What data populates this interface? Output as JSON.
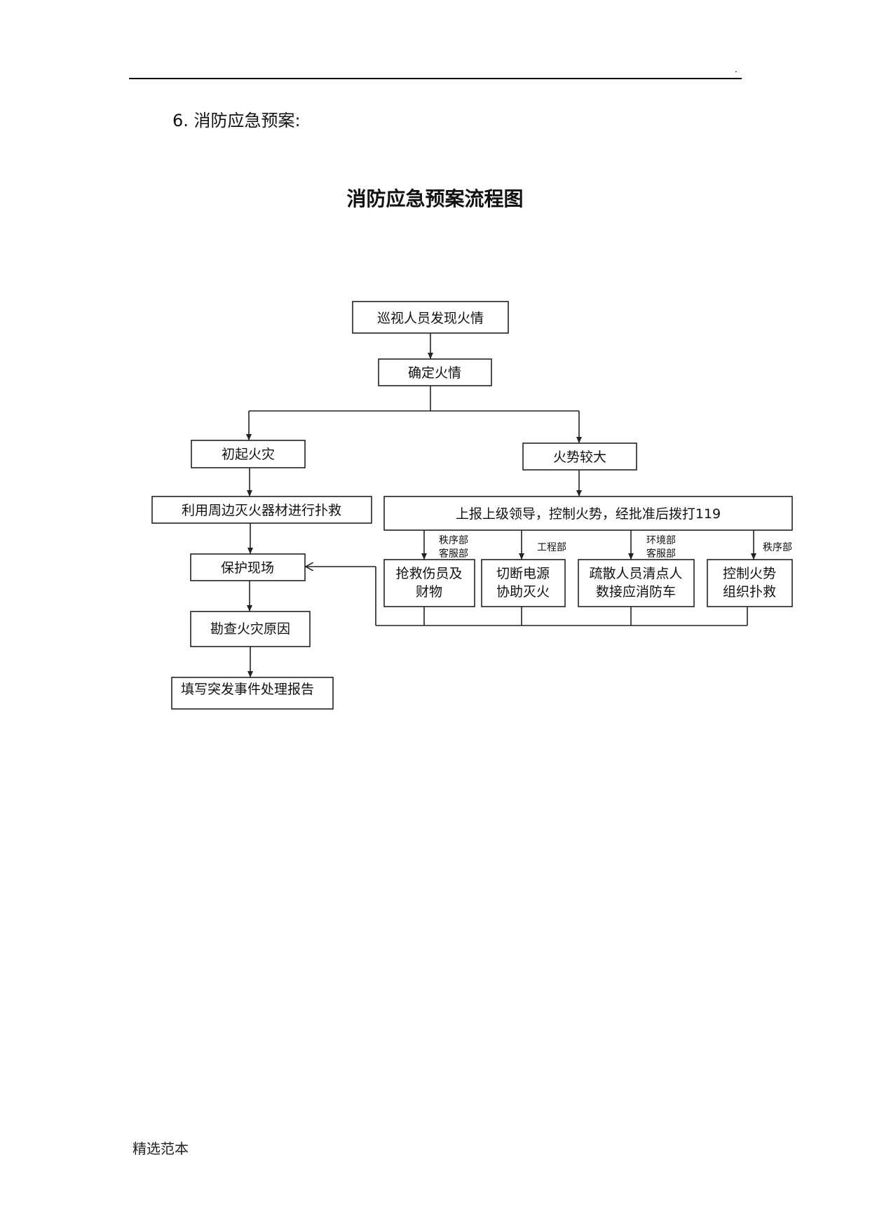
{
  "header": {
    "dot": "."
  },
  "section_heading": "6.  消防应急预案:",
  "flowchart": {
    "title": "消防应急预案流程图",
    "nodes": {
      "discover": "巡视人员发现火情",
      "confirm": "确定火情",
      "initial_fire": "初起火灾",
      "big_fire": "火势较大",
      "use_equipment": "利用周边灭火器材进行扑救",
      "report": "上报上级领导，控制火势，经批准后拨打119",
      "protect_scene": "保护现场",
      "investigate": "勘查火灾原因",
      "fill_report": "填写突发事件处理报告",
      "rescue_line1": "抢救伤员及",
      "rescue_line2": "财物",
      "cut_power_line1": "切断电源",
      "cut_power_line2": "协助灭火",
      "evacuate_line1": "疏散人员清点人",
      "evacuate_line2": "数接应消防车",
      "control_line1": "控制火势",
      "control_line2": "组织扑救"
    },
    "departments": {
      "rescue_line1": "秩序部",
      "rescue_line2": "客服部",
      "cut_power": "工程部",
      "evacuate_line1": "环境部",
      "evacuate_line2": "客服部",
      "control": "秩序部"
    }
  },
  "footer": "精选范本"
}
